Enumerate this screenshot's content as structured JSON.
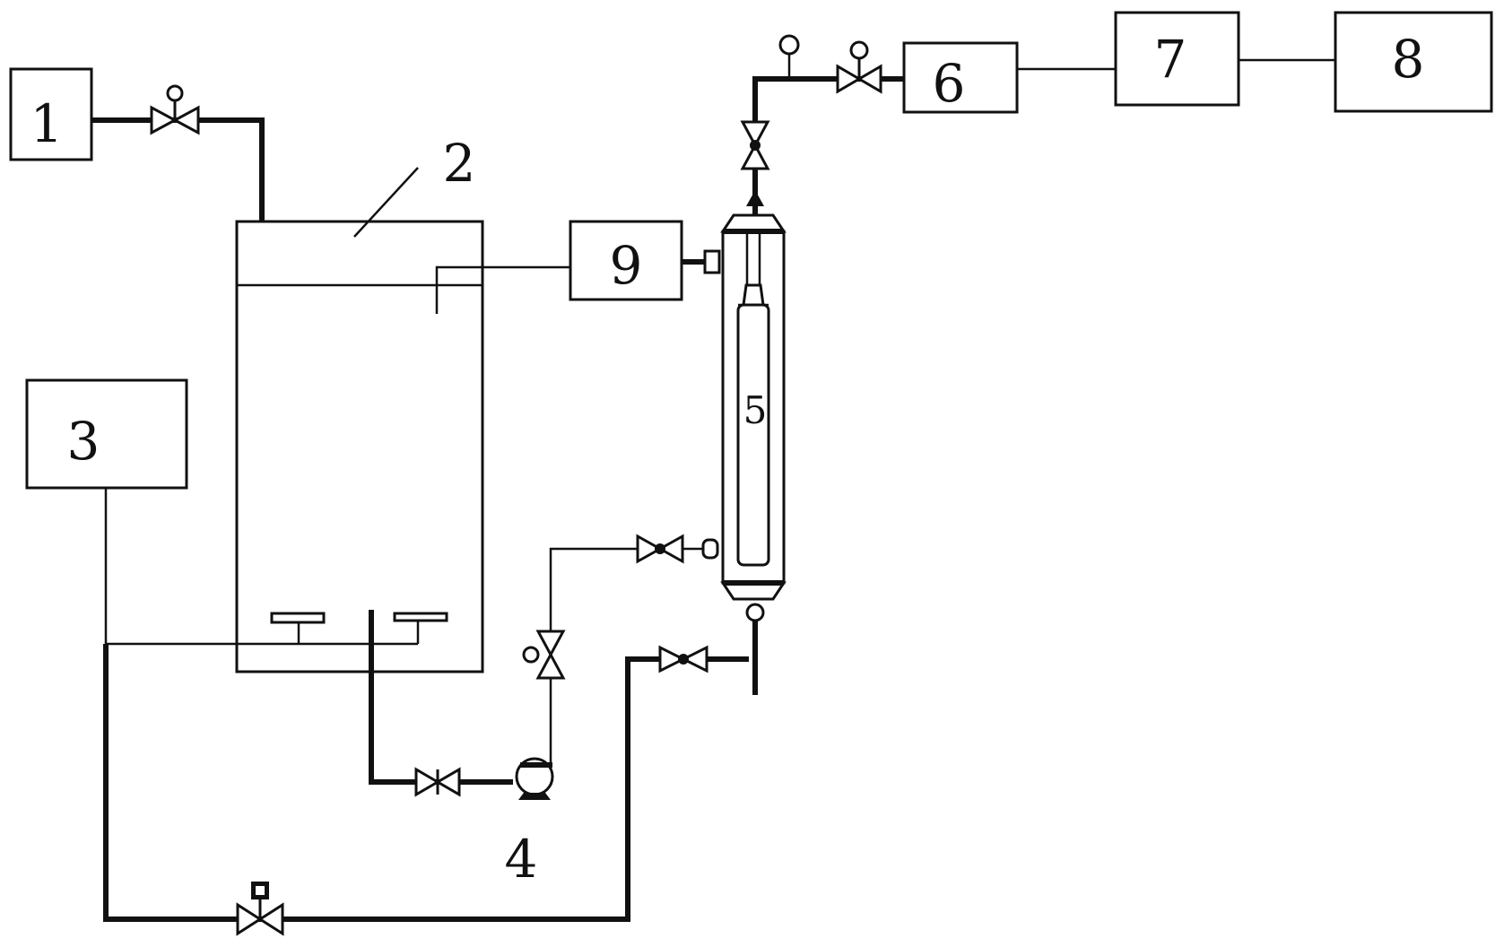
{
  "colors": {
    "line": "#111111",
    "background": "#ffffff"
  },
  "components": [
    {
      "id": "c1",
      "label": "1"
    },
    {
      "id": "c2",
      "label": "2"
    },
    {
      "id": "c3",
      "label": "3"
    },
    {
      "id": "c4",
      "label": "4"
    },
    {
      "id": "c5",
      "label": "5"
    },
    {
      "id": "c6",
      "label": "6"
    },
    {
      "id": "c7",
      "label": "7"
    },
    {
      "id": "c8",
      "label": "8"
    },
    {
      "id": "c9",
      "label": "9"
    }
  ],
  "icons": {
    "valve": "gate-valve-icon",
    "pressure_valve": "pressure-valve-icon",
    "solenoid_valve": "solenoid-valve-icon",
    "gauge": "pressure-gauge-icon",
    "pump": "pump-icon"
  }
}
